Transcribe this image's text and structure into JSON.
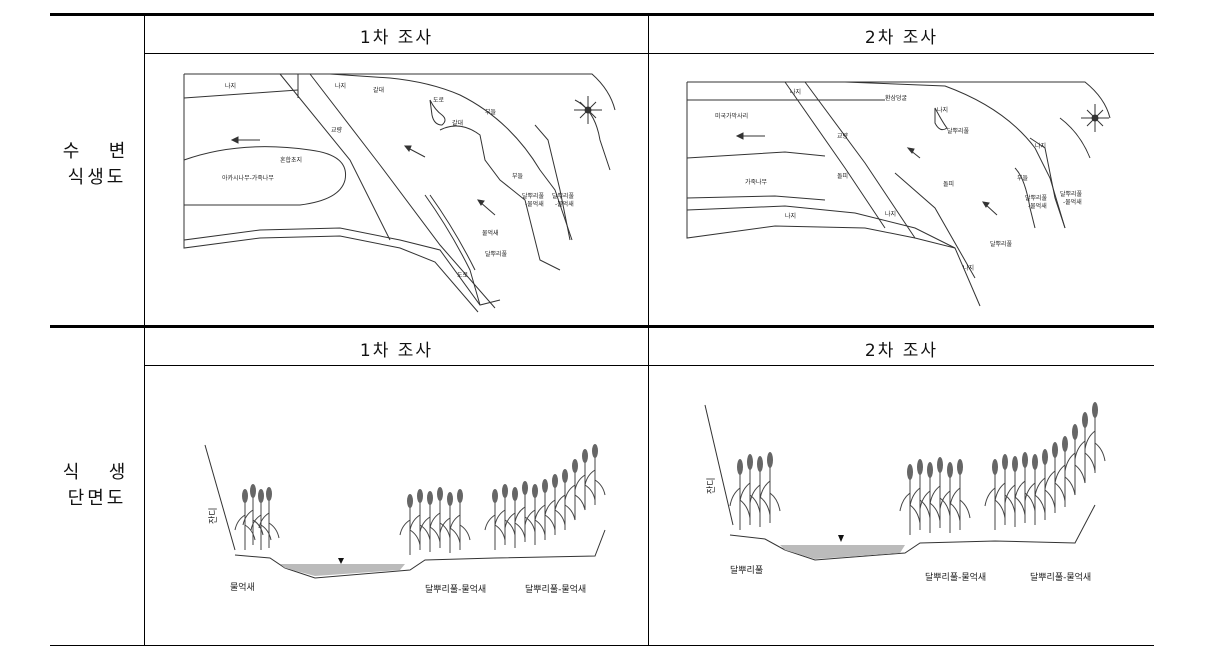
{
  "table": {
    "survey_headers": [
      "1차 조사",
      "2차 조사"
    ],
    "rows": [
      {
        "label_line1": "수  변",
        "label_line2": "식생도"
      },
      {
        "label_line1": "식  생",
        "label_line2": "단면도"
      }
    ]
  },
  "map1": {
    "labels": {
      "naji_top": "나지",
      "naji2": "나지",
      "galdae": "갈대",
      "doro_top": "도로",
      "bueung": "부들",
      "galdae2": "갈대",
      "gyoryang": "교량",
      "honhap": "혼합초지",
      "akasia": "아카시나무-가죽나무",
      "bueung2": "부들",
      "dalp_mul": "달뿌리풀\n-물억새",
      "dalp_mul2": "달뿌리풀\n-물억새",
      "mulok": "물억새",
      "dalpuri": "달뿌리풀",
      "doro_bottom": "도로"
    }
  },
  "map2": {
    "labels": {
      "naji_top": "나지",
      "hwansamdeong": "환삼덩굴",
      "naji_b": "나지",
      "migukga": "미국가막사리",
      "gyoryang": "교량",
      "dalpuri_top": "달뿌리풀",
      "naji_c": "나지",
      "gajuk": "가죽나무",
      "dolmuk": "돌피",
      "dolmuk2": "돌피",
      "bueung": "부들",
      "dalp_mul": "달뿌리풀\n-물억새",
      "dalp_mul2": "달뿌리풀\n-물억새",
      "naji_d": "나지",
      "naji_e": "나지",
      "dalpuri_bottom": "달뿌리풀",
      "naji_f": "나지"
    }
  },
  "section1": {
    "left_label": "물억새",
    "mid_label": "달뿌리풀-물억새",
    "right_label": "달뿌리풀-물억새",
    "bank_label": "잔디"
  },
  "section2": {
    "left_label": "달뿌리풀",
    "mid_label": "달뿌리풀-물억새",
    "right_label": "달뿌리풀-물억새",
    "bank_label": "잔디"
  }
}
